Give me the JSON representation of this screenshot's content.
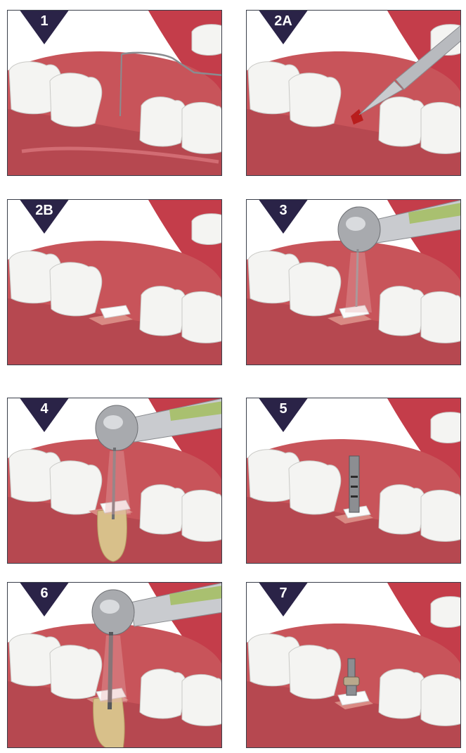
{
  "panels": [
    {
      "label": "1",
      "tool": "probe"
    },
    {
      "label": "2A",
      "tool": "scalpel"
    },
    {
      "label": "2B",
      "tool": "gingiva-removed"
    },
    {
      "label": "3",
      "tool": "pilot-drill"
    },
    {
      "label": "4",
      "tool": "twist-drill"
    },
    {
      "label": "5",
      "tool": "depth-gauge"
    },
    {
      "label": "6",
      "tool": "final-drill"
    },
    {
      "label": "7",
      "tool": "implant"
    }
  ],
  "colors": {
    "badge": "#2a2347",
    "gum": "#c8545a",
    "gum_light": "#e4868a",
    "tongue": "#c43d4a",
    "tooth": "#f4f4f2",
    "metal": "#a8aaae",
    "handle": "#a9c070",
    "bone": "#d8c08a",
    "blood": "#b81d1d"
  }
}
